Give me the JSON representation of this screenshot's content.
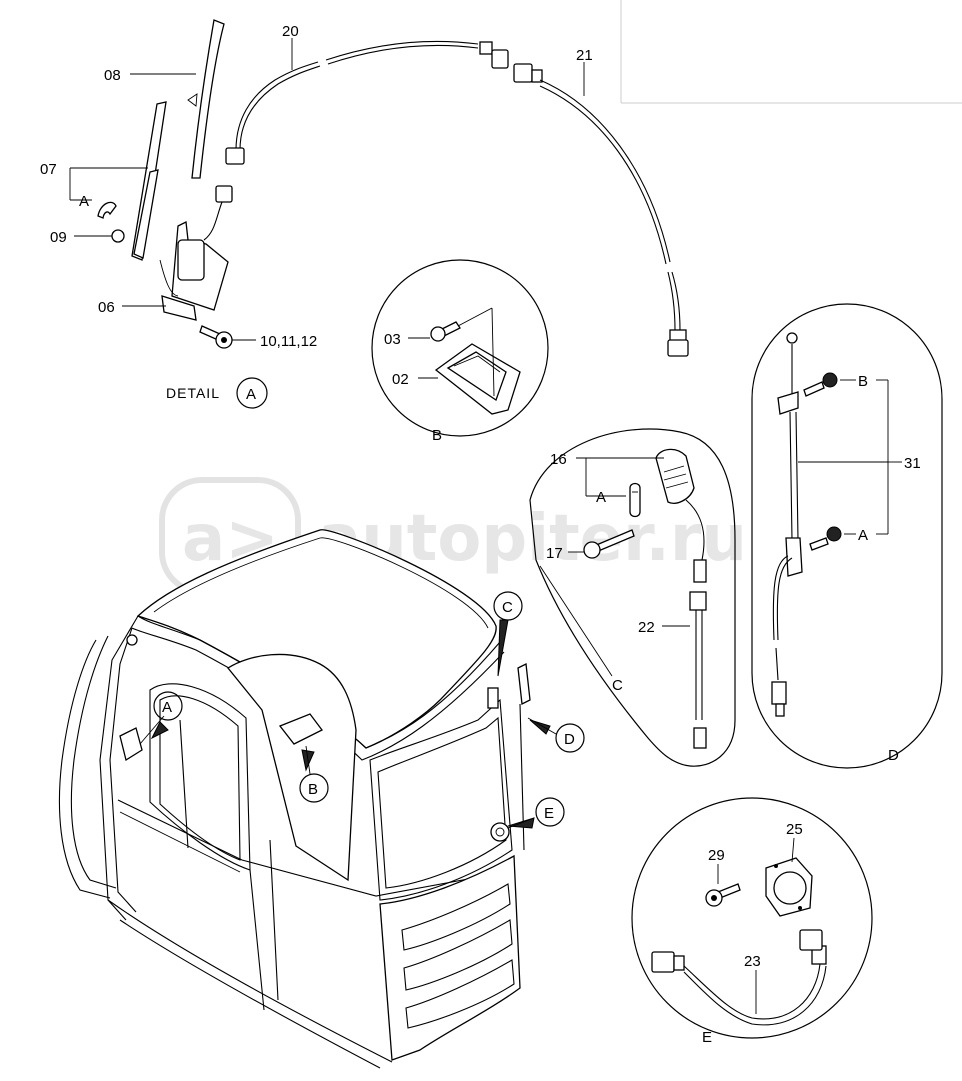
{
  "watermark": {
    "logo_text": "a>",
    "site_text": "autopiter.ru"
  },
  "detail_caption": {
    "prefix": "DETAIL",
    "letter": "A"
  },
  "part_labels": {
    "p08": "08",
    "p07": "07",
    "p07_ref": "A",
    "p09": "09",
    "p06": "06",
    "p10_12": "10,11,12",
    "p20": "20",
    "p21": "21",
    "p03": "03",
    "p02": "02",
    "p16": "16",
    "p16_ref": "A",
    "p17": "17",
    "p22": "22",
    "p31": "31",
    "p31_ref_b": "B",
    "p31_ref_a": "A",
    "p25": "25",
    "p29": "29",
    "p23": "23"
  },
  "detail_letters": {
    "view_b": "B",
    "view_c": "C",
    "view_d": "D",
    "view_e": "E"
  },
  "cab_callouts": {
    "a": "A",
    "b": "B",
    "c": "C",
    "d": "D",
    "e": "E"
  }
}
